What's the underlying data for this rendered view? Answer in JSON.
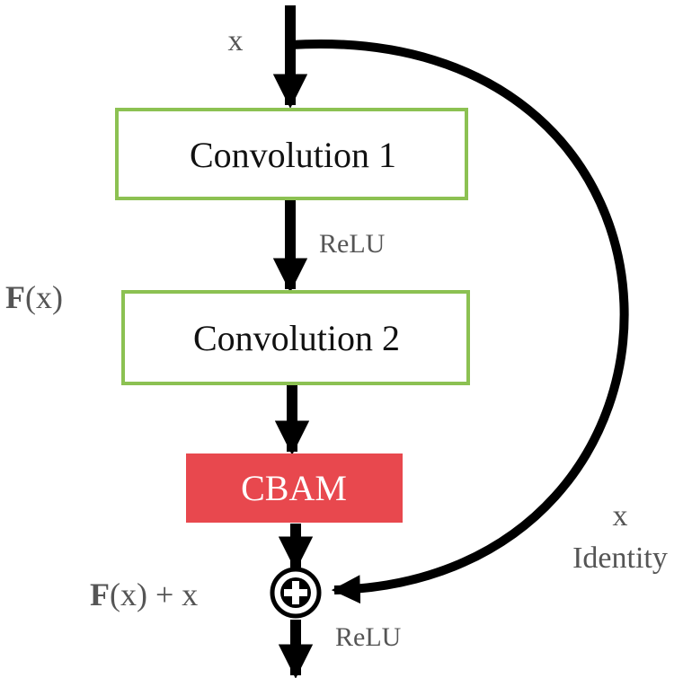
{
  "labels": {
    "input_x": "x",
    "relu_1": "ReLU",
    "fx_bold": "F",
    "fx_rest": "(x)",
    "sum_bold": "F",
    "sum_rest": "(x) + x",
    "relu_2": "ReLU",
    "identity_x": "x",
    "identity": "Identity"
  },
  "blocks": {
    "conv1": "Convolution 1",
    "conv2": "Convolution 2",
    "cbam": "CBAM"
  },
  "colors": {
    "conv_border": "#8cc152",
    "cbam_fill": "#e8484e",
    "arrow": "#000000",
    "label": "#555555"
  }
}
